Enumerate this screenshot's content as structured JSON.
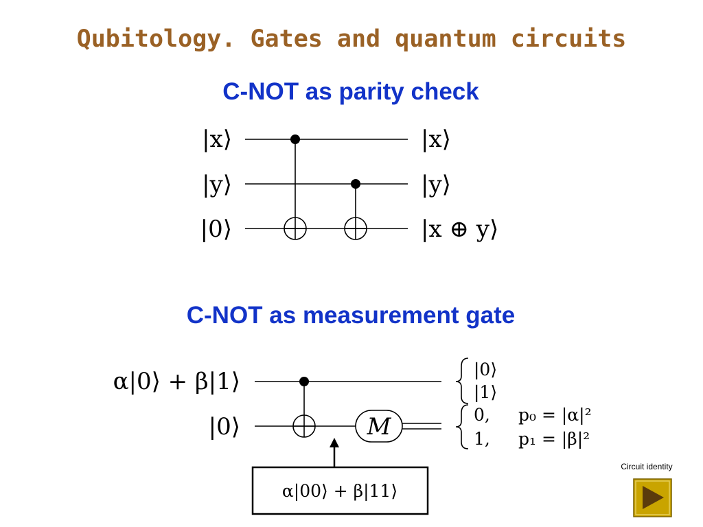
{
  "slide": {
    "title": "Qubitology. Gates and quantum circuits",
    "title_color": "#9a6125",
    "subtitle_color": "#1233c8"
  },
  "parity": {
    "heading": "C-NOT as parity check",
    "inputs": [
      "|x⟩",
      "|y⟩",
      "|0⟩"
    ],
    "outputs": [
      "|x⟩",
      "|y⟩",
      "|x ⊕ y⟩"
    ]
  },
  "measure": {
    "heading": "C-NOT as measurement gate",
    "input_top": "α|0⟩ + β|1⟩",
    "input_bottom": "|0⟩",
    "meter_label": "M",
    "brace1": [
      "|0⟩",
      "|1⟩"
    ],
    "brace2": [
      {
        "value": "0,",
        "prob": "p₀ = |α|²"
      },
      {
        "value": "1,",
        "prob": "p₁ = |β|²"
      }
    ],
    "state_box": "α|00⟩ + β|11⟩"
  },
  "nav": {
    "label": "Circuit identity",
    "button_color": "#c9a400",
    "arrow_color": "#5b3b0c"
  }
}
